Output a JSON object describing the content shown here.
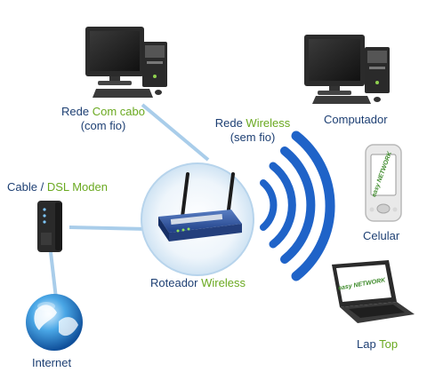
{
  "labels": {
    "rede_com_cabo": {
      "part1": "Rede",
      "part2": "Com cabo",
      "line2": "(com fio)"
    },
    "rede_wireless": {
      "part1": "Rede",
      "part2": "Wireless",
      "line2": "(sem fio)"
    },
    "computador": "Computador",
    "cable_modem": {
      "part1": "Cable",
      "sep": " / ",
      "part2": "DSL Moden"
    },
    "roteador": {
      "part1": "Roteador",
      "part2": "Wireless"
    },
    "celular": "Celular",
    "laptop": {
      "part1": "Lap",
      "part2": "Top"
    },
    "internet": "Internet"
  },
  "device_brand_text": "easy NETWORK",
  "colors": {
    "label_blue": "#1d3f73",
    "label_green": "#6aa920",
    "link_blue": "#a9cdea",
    "wave_blue": "#1f63c8",
    "circle_fill": "#e7f1fa"
  }
}
